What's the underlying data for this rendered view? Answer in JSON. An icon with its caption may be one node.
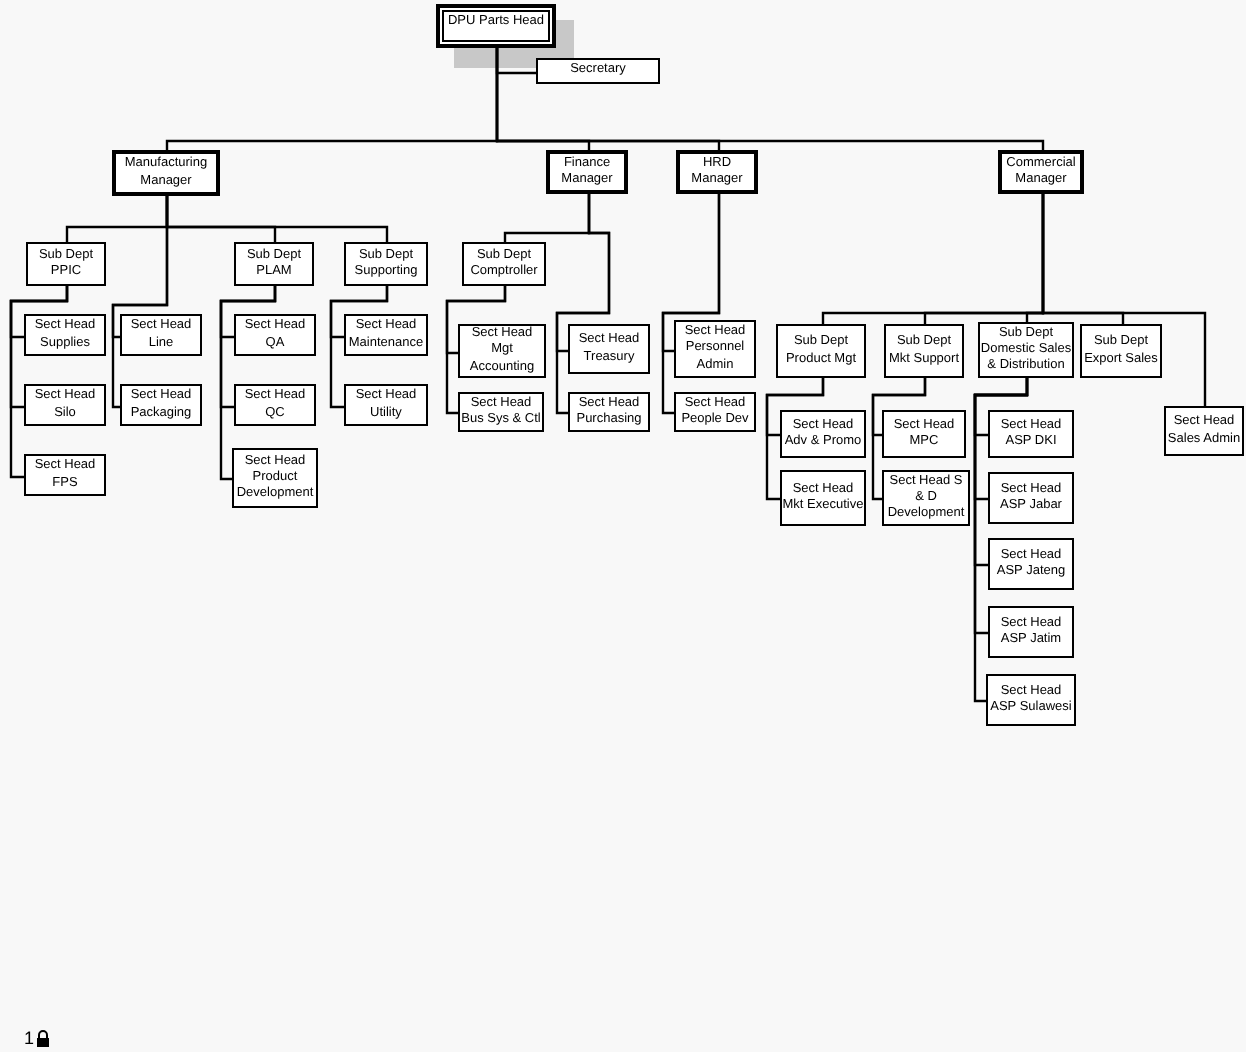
{
  "diagram": {
    "nodes": [
      {
        "text": [
          "DPU Parts Head"
        ]
      },
      {
        "text": [
          "Secretary"
        ]
      },
      {
        "text": [
          "Manufacturing Manager"
        ]
      },
      {
        "text": [
          "Finance Manager"
        ]
      },
      {
        "text": [
          "HRD Manager"
        ]
      },
      {
        "text": [
          "Commercial Manager"
        ]
      },
      {
        "text": [
          "Sub Dept PPIC"
        ]
      },
      {
        "text": [
          "Sub Dept PLAM"
        ]
      },
      {
        "text": [
          "Sub Dept Supporting"
        ]
      },
      {
        "text": [
          "Sect Head Supplies"
        ]
      },
      {
        "text": [
          "Sect Head Line"
        ]
      },
      {
        "text": [
          "Sect Head QA"
        ]
      },
      {
        "text": [
          "Sect Head Maintenance"
        ]
      },
      {
        "text": [
          "Sect Head Silo"
        ]
      },
      {
        "text": [
          "Sect Head Packaging"
        ]
      },
      {
        "text": [
          "Sect Head QC"
        ]
      },
      {
        "text": [
          "Sect Head Utility"
        ]
      },
      {
        "text": [
          "Sect Head FPS"
        ]
      },
      {
        "text": [
          "Sect Head Product Development"
        ]
      },
      {
        "text": [
          "Sub Dept Comptroller"
        ]
      },
      {
        "text": [
          "Sect Head Mgt Accounting"
        ]
      },
      {
        "text": [
          "Sect Head Treasury"
        ]
      },
      {
        "text": [
          "Sect Head Bus Sys & Ctl"
        ]
      },
      {
        "text": [
          "Sect Head Purchasing"
        ]
      },
      {
        "text": [
          "Sect Head Personnel Admin"
        ]
      },
      {
        "text": [
          "Sect Head People Dev"
        ]
      },
      {
        "text": [
          "Sub Dept Product Mgt"
        ]
      },
      {
        "text": [
          "Sub Dept Mkt Support"
        ]
      },
      {
        "text": [
          "Sub Dept Domestic Sales & Distribution"
        ]
      },
      {
        "text": [
          "Sub Dept Export Sales"
        ]
      },
      {
        "text": [
          "Sect Head Sales Admin"
        ]
      },
      {
        "text": [
          "Sect Head Adv & Promo"
        ]
      },
      {
        "text": [
          "Sect Head MPC"
        ]
      },
      {
        "text": [
          "Sect Head ASP DKI"
        ]
      },
      {
        "text": [
          "Sect Head Mkt Executive"
        ]
      },
      {
        "text": [
          "Sect Head S & D Development"
        ]
      },
      {
        "text": [
          "Sect Head ASP Jabar"
        ]
      },
      {
        "text": [
          "Sect Head ASP Jateng"
        ]
      },
      {
        "text": [
          "Sect Head ASP Jatim"
        ]
      },
      {
        "text": [
          "Sect Head ASP Sulawesi"
        ]
      }
    ],
    "edges": [
      {
        "from": 0,
        "to": 1,
        "arrow": "none"
      },
      {
        "from": 0,
        "to": 2,
        "arrow": "none"
      },
      {
        "from": 0,
        "to": 3,
        "arrow": "none"
      },
      {
        "from": 0,
        "to": 4,
        "arrow": "none"
      },
      {
        "from": 0,
        "to": 5,
        "arrow": "none"
      },
      {
        "from": 2,
        "to": 6,
        "arrow": "none"
      },
      {
        "from": 2,
        "to": 7,
        "arrow": "none"
      },
      {
        "from": 2,
        "to": 8,
        "arrow": "none"
      },
      {
        "from": 2,
        "to": 10,
        "arrow": "none"
      },
      {
        "from": 2,
        "to": 14,
        "arrow": "none"
      },
      {
        "from": 6,
        "to": 9,
        "arrow": "none"
      },
      {
        "from": 6,
        "to": 13,
        "arrow": "none"
      },
      {
        "from": 6,
        "to": 17,
        "arrow": "none"
      },
      {
        "from": 7,
        "to": 11,
        "arrow": "none"
      },
      {
        "from": 7,
        "to": 15,
        "arrow": "none"
      },
      {
        "from": 7,
        "to": 18,
        "arrow": "none"
      },
      {
        "from": 8,
        "to": 12,
        "arrow": "none"
      },
      {
        "from": 8,
        "to": 16,
        "arrow": "none"
      },
      {
        "from": 3,
        "to": 19,
        "arrow": "none"
      },
      {
        "from": 3,
        "to": 21,
        "arrow": "none"
      },
      {
        "from": 3,
        "to": 23,
        "arrow": "none"
      },
      {
        "from": 19,
        "to": 20,
        "arrow": "none"
      },
      {
        "from": 19,
        "to": 22,
        "arrow": "none"
      },
      {
        "from": 4,
        "to": 24,
        "arrow": "none"
      },
      {
        "from": 4,
        "to": 25,
        "arrow": "none"
      },
      {
        "from": 5,
        "to": 26,
        "arrow": "none"
      },
      {
        "from": 5,
        "to": 27,
        "arrow": "none"
      },
      {
        "from": 5,
        "to": 28,
        "arrow": "none"
      },
      {
        "from": 5,
        "to": 29,
        "arrow": "none"
      },
      {
        "from": 5,
        "to": 30,
        "arrow": "none"
      },
      {
        "from": 26,
        "to": 31,
        "arrow": "none"
      },
      {
        "from": 26,
        "to": 34,
        "arrow": "none"
      },
      {
        "from": 27,
        "to": 32,
        "arrow": "none"
      },
      {
        "from": 27,
        "to": 35,
        "arrow": "none"
      },
      {
        "from": 28,
        "to": 33,
        "arrow": "none"
      },
      {
        "from": 28,
        "to": 36,
        "arrow": "none"
      },
      {
        "from": 28,
        "to": 37,
        "arrow": "none"
      },
      {
        "from": 28,
        "to": 38,
        "arrow": "none"
      },
      {
        "from": 28,
        "to": 39,
        "arrow": "none"
      }
    ],
    "labels": [
      "1"
    ]
  }
}
